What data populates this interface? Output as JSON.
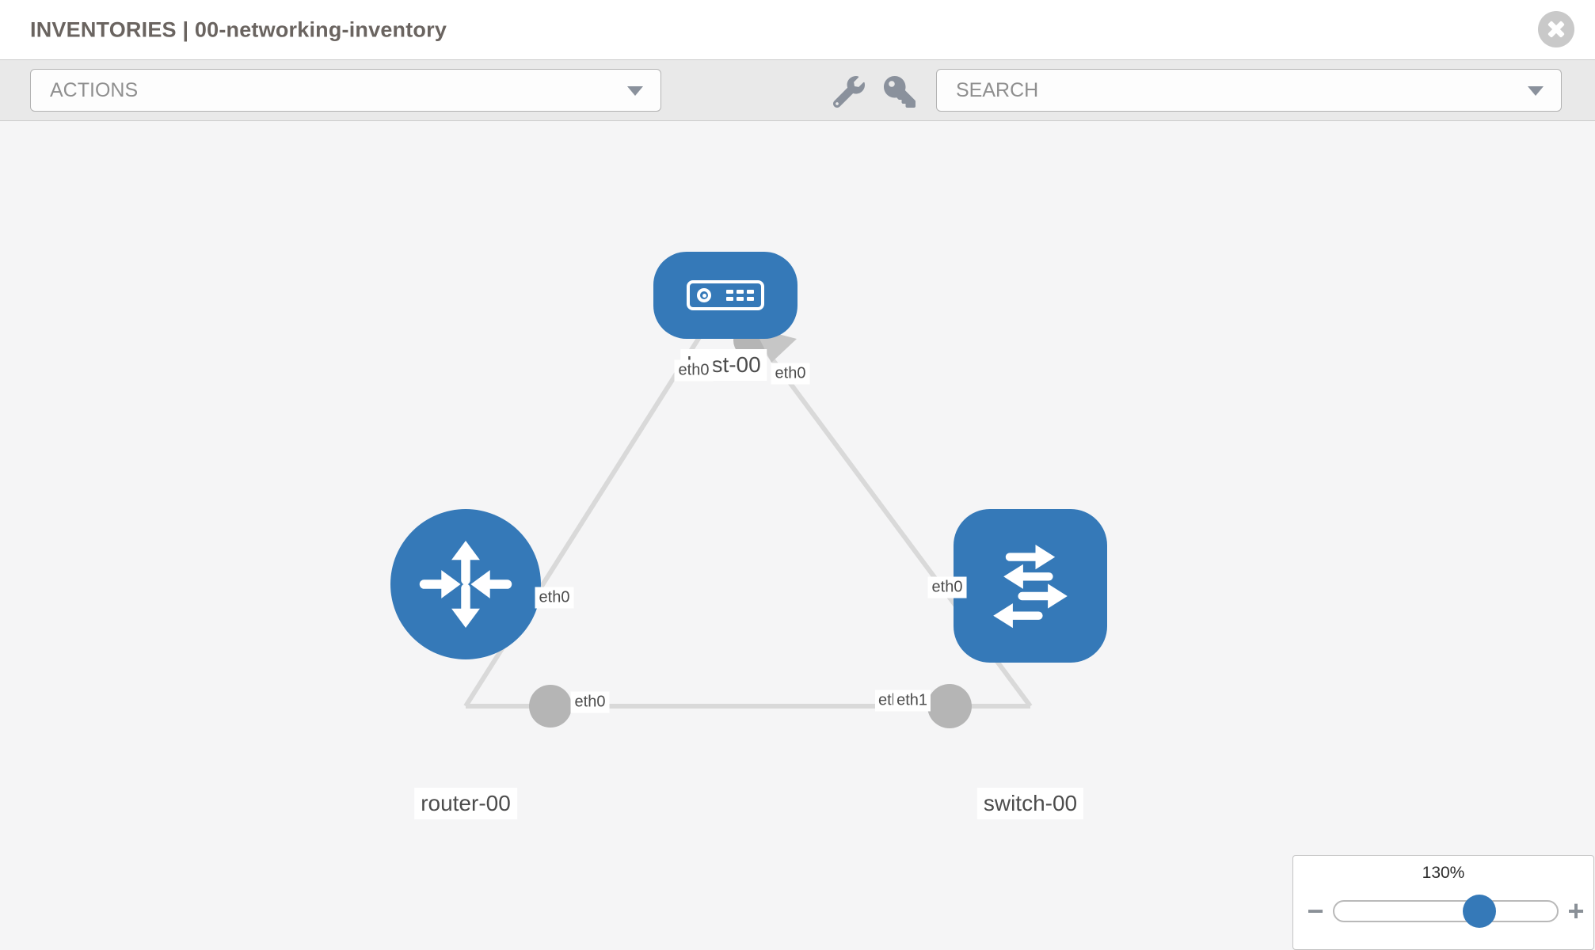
{
  "header": {
    "title": "INVENTORIES | 00-networking-inventory"
  },
  "toolbar": {
    "actions_label": "ACTIONS",
    "search_placeholder": "SEARCH",
    "icon_names": [
      "wrench-icon",
      "key-icon"
    ]
  },
  "topology": {
    "nodes": [
      {
        "id": "host-00",
        "type": "host",
        "label": "host-00"
      },
      {
        "id": "router-00",
        "type": "router",
        "label": "router-00"
      },
      {
        "id": "switch-00",
        "type": "switch",
        "label": "switch-00"
      }
    ],
    "links": [
      {
        "from": "host-00",
        "to": "router-00",
        "from_interface": "eth0",
        "to_interface": "eth0"
      },
      {
        "from": "host-00",
        "to": "switch-00",
        "from_interface": "eth0",
        "to_interface": "eth0"
      },
      {
        "from": "router-00",
        "to": "switch-00",
        "from_interface": "eth0",
        "to_interface": "eth1",
        "to_interface_occluded_fragment": "etl"
      }
    ]
  },
  "zoom_control": {
    "level": "130%",
    "percent": 65,
    "minus_label": "−",
    "plus_label": "+"
  },
  "colors": {
    "node_fill": "#3579b8",
    "link": "#d9d9d9",
    "interface_dot": "#b5b5b5",
    "canvas_bg": "#f5f5f6",
    "toolbar_bg": "#e9e9e9",
    "slider_thumb": "#3579b8"
  }
}
